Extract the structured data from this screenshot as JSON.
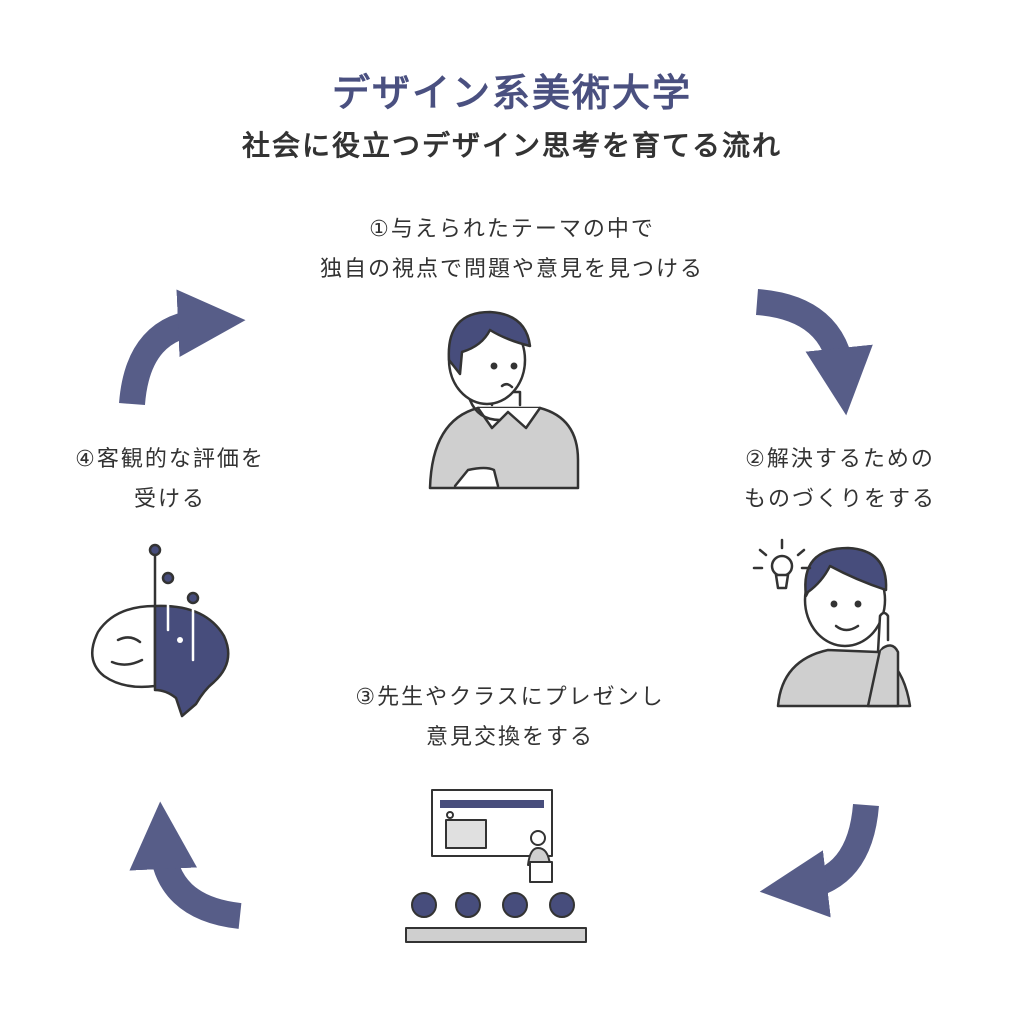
{
  "title": "デザイン系美術大学",
  "subtitle": "社会に役立つデザイン思考を育てる流れ",
  "steps": [
    {
      "lines": [
        "①与えられたテーマの中で",
        "独自の視点で問題や意見を見つける"
      ]
    },
    {
      "lines": [
        "②解決するための",
        "ものづくりをする"
      ]
    },
    {
      "lines": [
        "③先生やクラスにプレゼンし",
        "意見交換をする"
      ]
    },
    {
      "lines": [
        "④客観的な評価を",
        "受ける"
      ]
    }
  ],
  "colors": {
    "accent": "#4a5080",
    "arrow": "#575d88",
    "text": "#333333",
    "gray": "#cfcfcf"
  }
}
